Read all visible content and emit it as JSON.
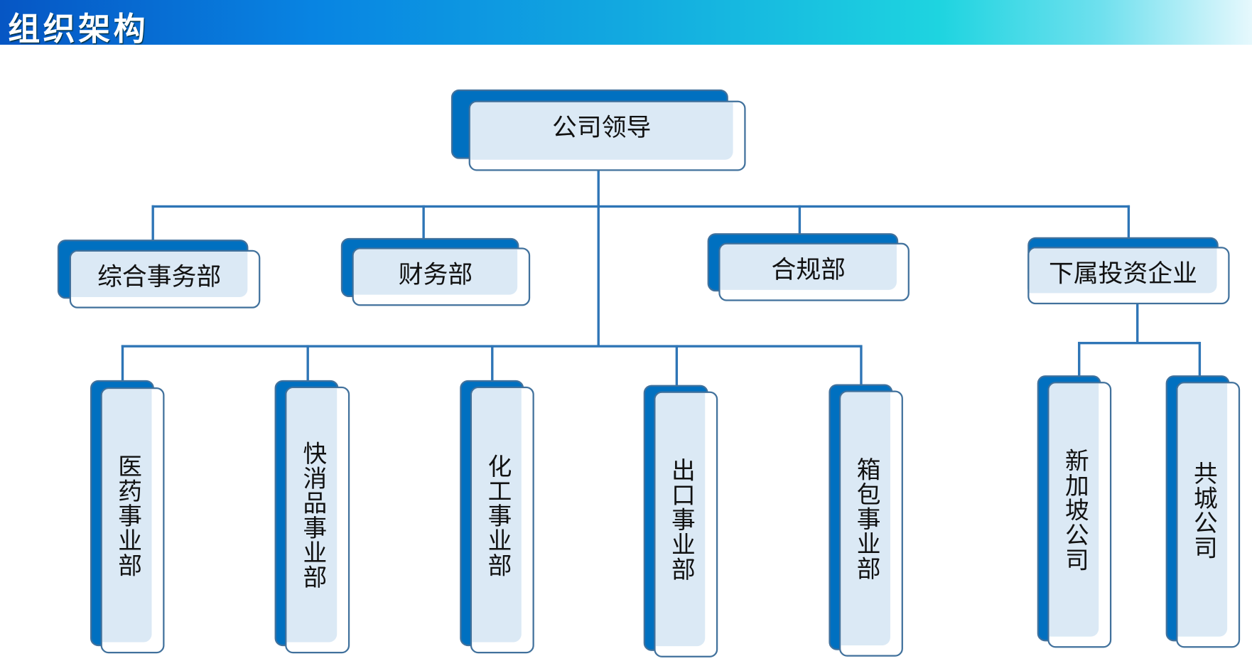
{
  "header": {
    "title": "组织架构"
  },
  "colors": {
    "line": "#2e75b6",
    "node_back": "#0070c0",
    "node_fill": "#dbe9f5",
    "node_border": "#41719c"
  },
  "org": {
    "root": "公司领导",
    "level1": [
      "综合事务部",
      "财务部",
      "合规部",
      "下属投资企业"
    ],
    "divisions": [
      "医药事业部",
      "快消品事业部",
      "化工事业部",
      "出口事业部",
      "箱包事业部"
    ],
    "subsidiaries": [
      "新加坡公司",
      "共城公司"
    ]
  }
}
